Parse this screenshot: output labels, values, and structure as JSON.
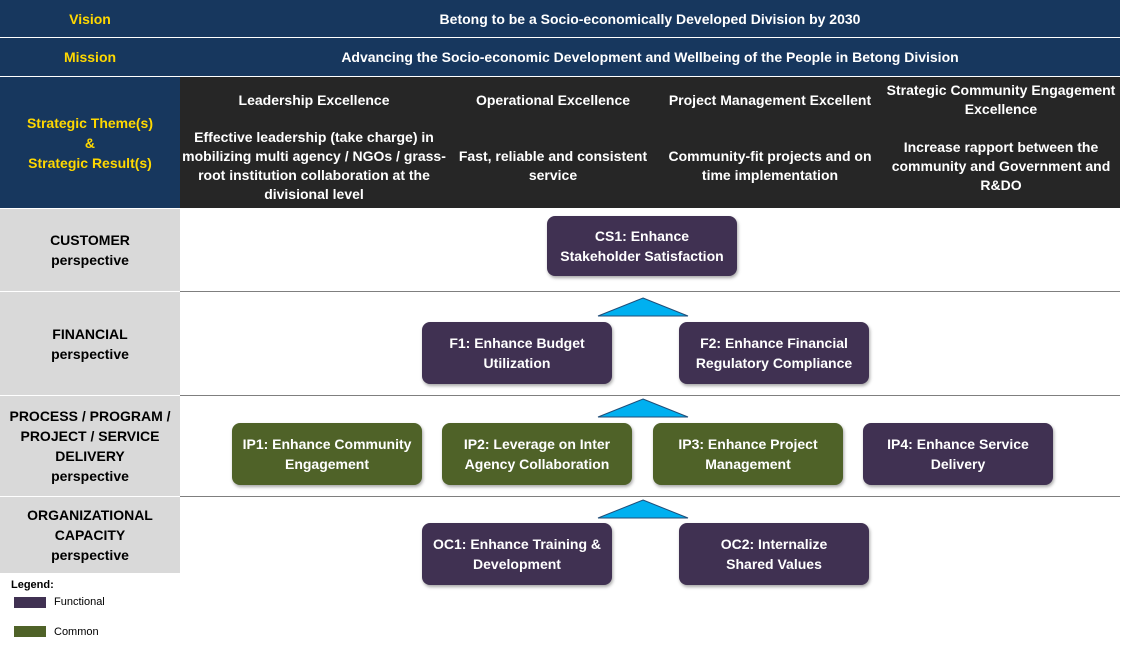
{
  "header": {
    "vision_label": "Vision",
    "vision_text": "Betong to be a Socio-economically  Developed Division by 2030",
    "mission_label": "Mission",
    "mission_text": "Advancing the Socio-economic Development and Wellbeing of the People in Betong Division",
    "themes_label": "Strategic Theme(s)\n&\nStrategic Result(s)"
  },
  "themes": [
    {
      "title": "Leadership Excellence",
      "result": "Effective leadership (take charge) in mobilizing multi agency / NGOs / grass-root institution  collaboration at the divisional level"
    },
    {
      "title": "Operational Excellence",
      "result": "Fast, reliable and consistent service"
    },
    {
      "title": "Project Management Excellent",
      "result": "Community-fit projects and on time implementation"
    },
    {
      "title": "Strategic Community Engagement Excellence",
      "result": "Increase rapport between the community and Government and R&DO"
    }
  ],
  "perspectives": {
    "customer": "CUSTOMER\nperspective",
    "financial": "FINANCIAL\nperspective",
    "process": "PROCESS / PROGRAM / PROJECT / SERVICE DELIVERY\nperspective",
    "organizational": "ORGANIZATIONAL CAPACITY\nperspective"
  },
  "objectives": {
    "cs1": "CS1: Enhance Stakeholder Satisfaction",
    "f1": "F1: Enhance Budget Utilization",
    "f2": "F2: Enhance Financial Regulatory Compliance",
    "ip1": "IP1: Enhance Community Engagement",
    "ip2": "IP2: Leverage on Inter Agency Collaboration",
    "ip3": "IP3: Enhance Project Management",
    "ip4": "IP4: Enhance Service Delivery",
    "oc1": "OC1: Enhance Training & Development",
    "oc2": "OC2: Internalize Shared Values"
  },
  "legend": {
    "title": "Legend:",
    "functional": "Functional",
    "common": "Common"
  },
  "colors": {
    "header_bar": "#17375e",
    "label_yellow": "#ffd800",
    "theme_bg": "#262626",
    "perspective_bg": "#d9d9d9",
    "functional": "#403152",
    "common": "#4f6228",
    "arrow": "#00b0f0"
  }
}
